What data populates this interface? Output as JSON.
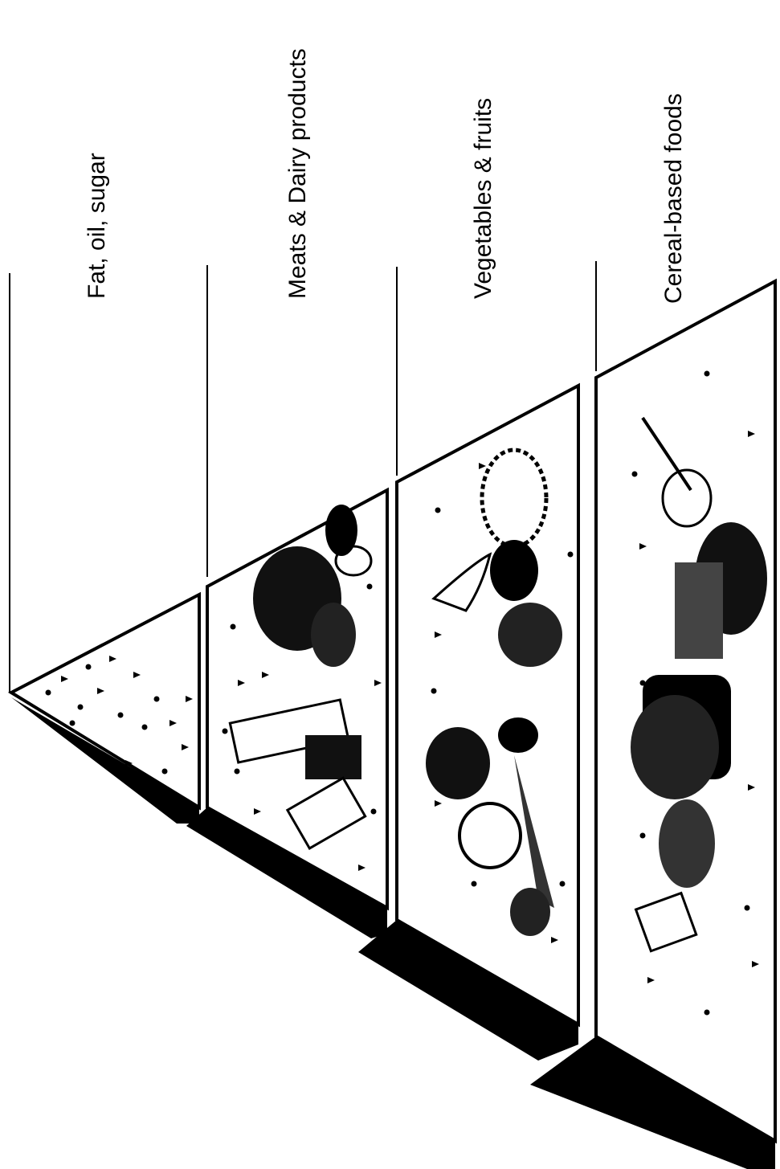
{
  "tiers": [
    {
      "label": "Fat, oil, sugar"
    },
    {
      "label": "Meats & Dairy products"
    },
    {
      "label": "Vegetables & fruits"
    },
    {
      "label": "Cereal-based foods"
    }
  ],
  "colors": {
    "ink": "#000000",
    "paper": "#ffffff"
  }
}
